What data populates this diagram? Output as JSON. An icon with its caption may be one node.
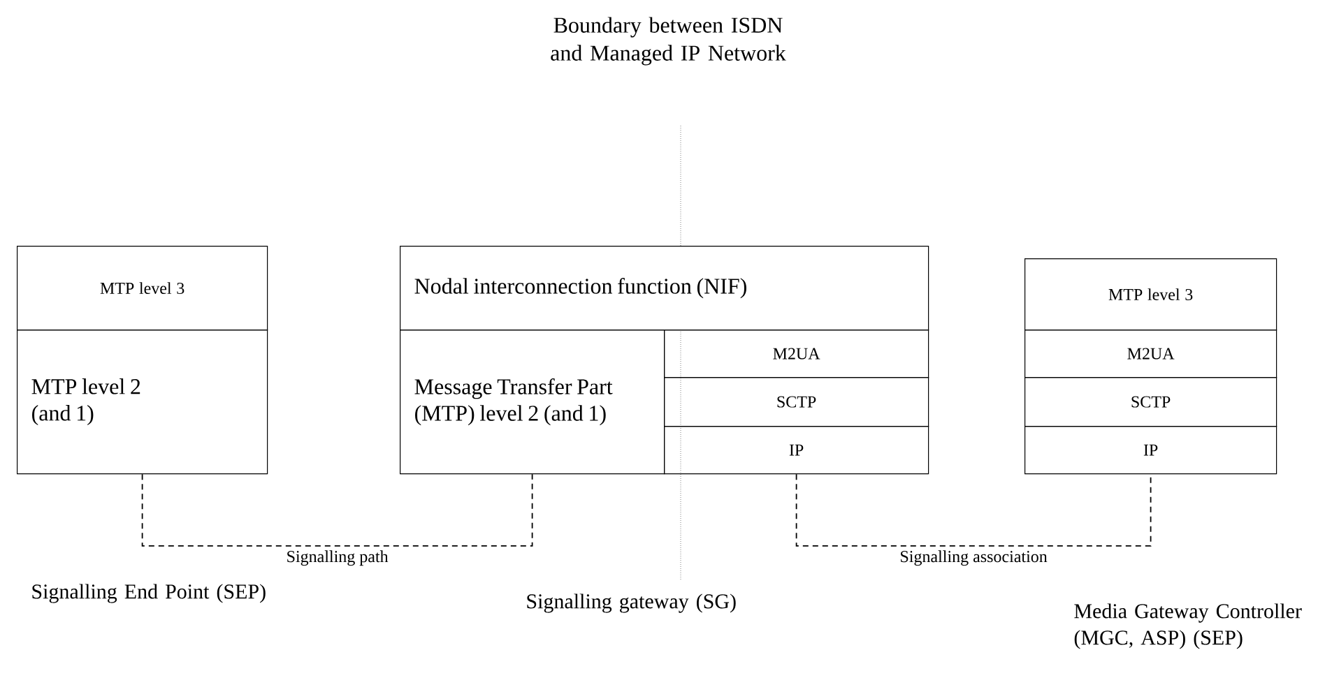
{
  "diagram": {
    "nodes": [
      {
        "text": [
          "MTP level 3"
        ]
      },
      {
        "text": [
          "MTP level 2 (and 1)"
        ]
      },
      {
        "text": [
          "Nodal interconnection function (NIF)"
        ]
      },
      {
        "text": [
          "Message Transfer Part (MTP) level 2 (and 1)"
        ]
      },
      {
        "text": [
          "M2UA"
        ]
      },
      {
        "text": [
          "SCTP"
        ]
      },
      {
        "text": [
          "IP"
        ]
      },
      {
        "text": [
          "MTP level 3"
        ]
      },
      {
        "text": [
          "M2UA"
        ]
      },
      {
        "text": [
          "SCTP"
        ]
      },
      {
        "text": [
          "IP"
        ]
      }
    ],
    "edges": [
      {
        "from": 1,
        "to": 3,
        "arrow": "none",
        "style": "dashed",
        "label": "Signalling path"
      },
      {
        "from": 6,
        "to": 10,
        "arrow": "none",
        "style": "dashed",
        "label": "Signalling association"
      }
    ],
    "labels": [
      "Boundary between ISDN and Managed IP Network",
      "Signalling End Point (SEP)",
      "Signalling gateway (SG)",
      "Media Gateway Controller (MGC, ASP)  (SEP)"
    ]
  }
}
